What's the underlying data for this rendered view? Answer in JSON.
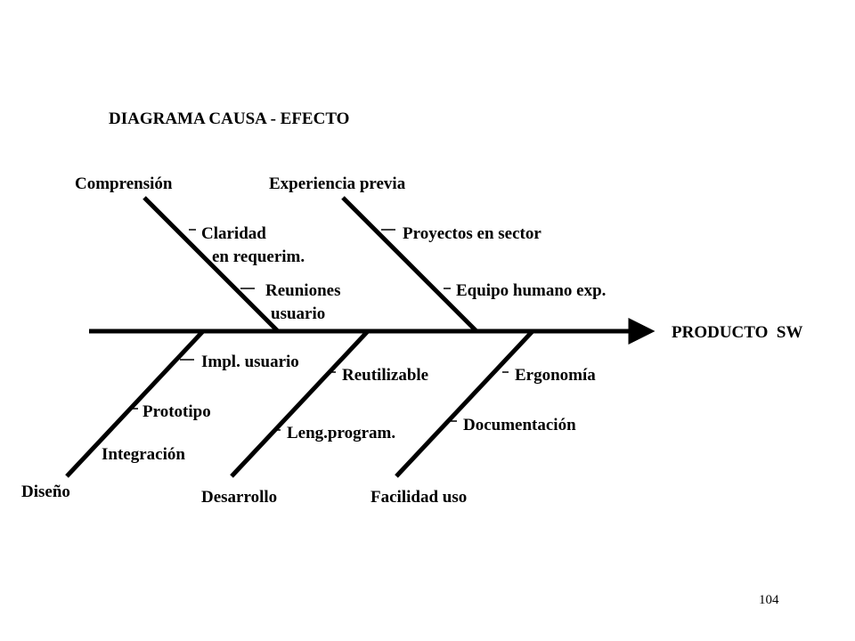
{
  "title": "DIAGRAMA CAUSA - EFECTO",
  "effect": "PRODUCTO  SW",
  "page_number": "104",
  "categories": {
    "comprension": "Comprensión",
    "experiencia": "Experiencia previa",
    "diseno": "Diseño",
    "desarrollo": "Desarrollo",
    "facilidad": "Facilidad uso"
  },
  "causes": {
    "claridad_1": "Claridad",
    "claridad_2": "en requerim.",
    "reuniones_1": "Reuniones",
    "reuniones_2": "usuario",
    "proyectos": "Proyectos en sector",
    "equipo": "Equipo humano exp.",
    "impl_usuario": "Impl. usuario",
    "prototipo": "Prototipo",
    "integracion": "Integración",
    "reutilizable": "Reutilizable",
    "leng_program": "Leng.program.",
    "ergonomia": "Ergonomía",
    "documentacion": "Documentación"
  }
}
